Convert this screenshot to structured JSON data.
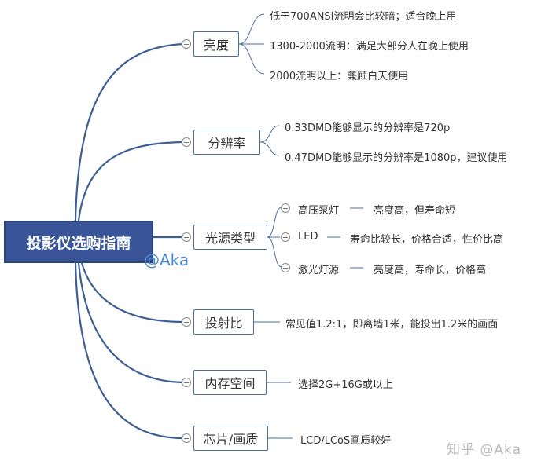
{
  "root": {
    "label": "投影仪选购指南"
  },
  "branches": [
    {
      "label": "亮度",
      "leaves": [
        "低于700ANSI流明会比较暗；适合晚上用",
        "1300-2000流明：满足大部分人在晚上使用",
        "2000流明以上：兼顾白天使用"
      ]
    },
    {
      "label": "分辨率",
      "leaves": [
        "0.33DMD能够显示的分辨率是720p",
        "0.47DMD能够显示的分辨率是1080p，建议使用"
      ]
    },
    {
      "label": "光源类型",
      "sub": [
        {
          "label": "高压泵灯",
          "detail": "亮度高，但寿命短"
        },
        {
          "label": "LED",
          "detail": "寿命比较长，价格合适，性价比高"
        },
        {
          "label": "激光灯源",
          "detail": "亮度高，寿命长，价格高"
        }
      ]
    },
    {
      "label": "投射比",
      "leaves": [
        "常见值1.2:1，即离墙1米，能投出1.2米的画面"
      ]
    },
    {
      "label": "内存空间",
      "leaves": [
        "选择2G+16G或以上"
      ]
    },
    {
      "label": "芯片/画质",
      "leaves": [
        "LCD/LCoS画质较好"
      ]
    }
  ],
  "watermarks": {
    "handle": "@Aka",
    "site": "知乎 @Aka"
  },
  "colors": {
    "root_fill": "#3a5597",
    "branch_line": "#3e5f94",
    "node_border": "#4b6f9a",
    "watermark_blue": "#4a8bd1"
  }
}
